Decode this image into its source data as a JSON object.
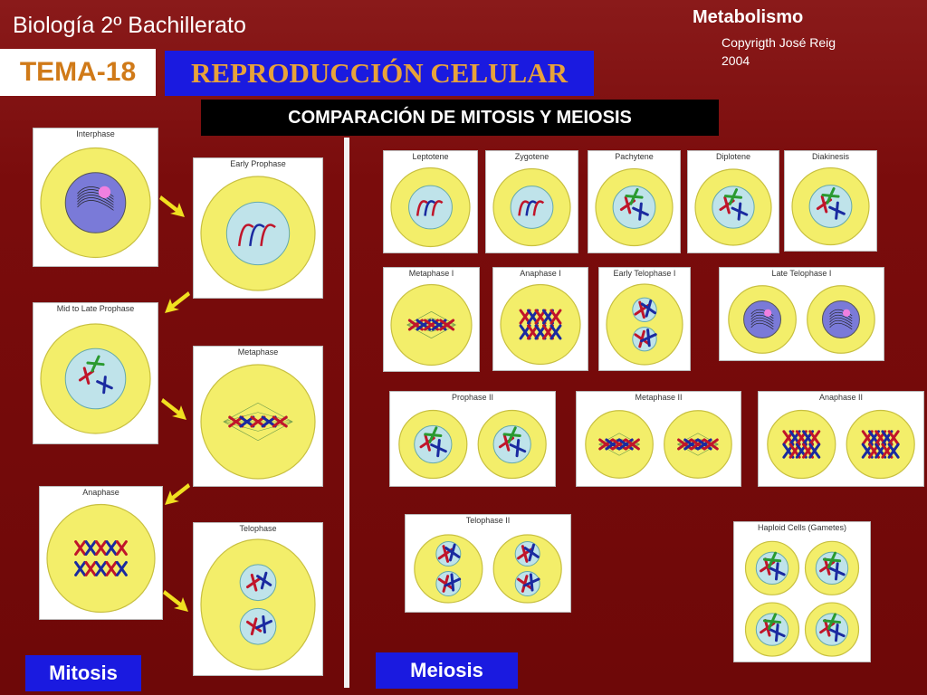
{
  "header": {
    "course": "Biología 2º Bachillerato",
    "topic": "Metabolismo",
    "copyright_line1": "Copyrigth José Reig",
    "copyright_line2": "2004"
  },
  "tema": "TEMA-18",
  "title": "REPRODUCCIÓN CELULAR",
  "subtitle": "COMPARACIÓN DE MITOSIS Y MEIOSIS",
  "mitosis": {
    "label": "Mitosis",
    "stages": [
      "Interphase",
      "Early Prophase",
      "Mid to Late Prophase",
      "Metaphase",
      "Anaphase",
      "Telophase"
    ]
  },
  "meiosis": {
    "label": "Meiosis",
    "stages": [
      "Leptotene",
      "Zygotene",
      "Pachytene",
      "Diplotene",
      "Diakinesis",
      "Metaphase I",
      "Anaphase I",
      "Early Telophase I",
      "Late Telophase I",
      "Prophase II",
      "Metaphase II",
      "Anaphase II",
      "Telophase II",
      "Haploid Cells (Gametes)"
    ]
  },
  "colors": {
    "yellow_cell": "#f3ee6a",
    "nucleus": "#bfe3ea",
    "title_bg": "#1a1ae0",
    "arrow": "#f0e020"
  }
}
